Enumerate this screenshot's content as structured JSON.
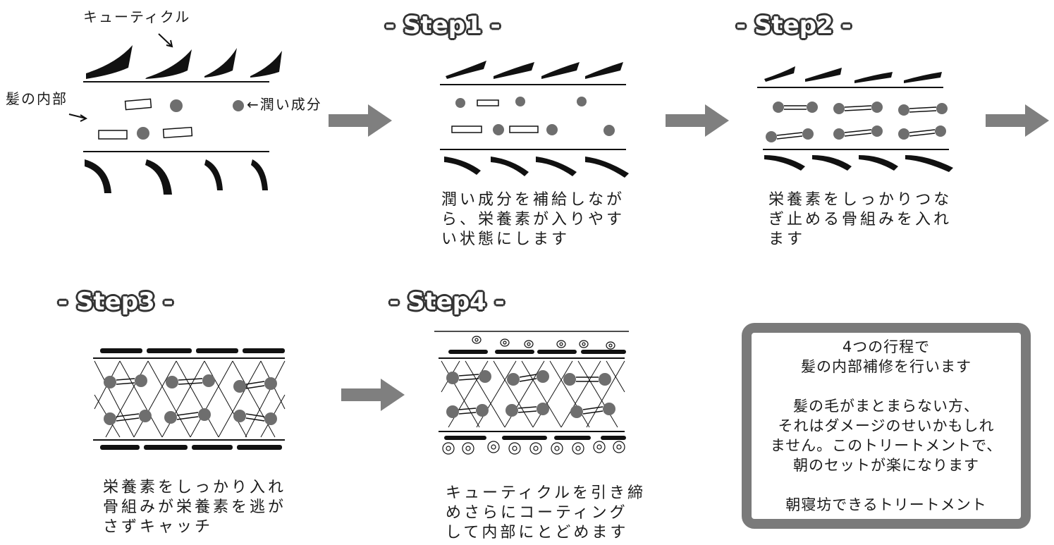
{
  "labels": {
    "cuticle": "キューティクル",
    "hair_interior": "髪の内部",
    "moisture": "←潤い成分"
  },
  "steps": [
    {
      "title": "- Step1 -",
      "caption": "潤い成分を補給しなが\nら、栄養素が入りやす\nい状態にします"
    },
    {
      "title": "- Step2 -",
      "caption": "栄養素をしっかりつな\nぎ止める骨組みを入れ\nます"
    },
    {
      "title": "- Step3 -",
      "caption": "栄養素をしっかり入れ\n骨組みが栄養素を逃が\nさずキャッチ"
    },
    {
      "title": "- Step4 -",
      "caption": "キューティクルを引き締\nめさらにコーティング\nして内部にとどめます"
    }
  ],
  "summary": {
    "line1": "4つの行程で",
    "line2": "髪の内部補修を行います",
    "line3": "髪の毛がまとまらない方、",
    "line4": "それはダメージのせいかもしれ",
    "line5": "ません。このトリートメントで、",
    "line6": "朝のセットが楽になります",
    "line7": "朝寝坊できるトリートメント"
  },
  "colors": {
    "ink": "#111111",
    "dot": "#6e6e6e",
    "arrow": "#7f7f7f",
    "frame": "#7a7a7a"
  }
}
